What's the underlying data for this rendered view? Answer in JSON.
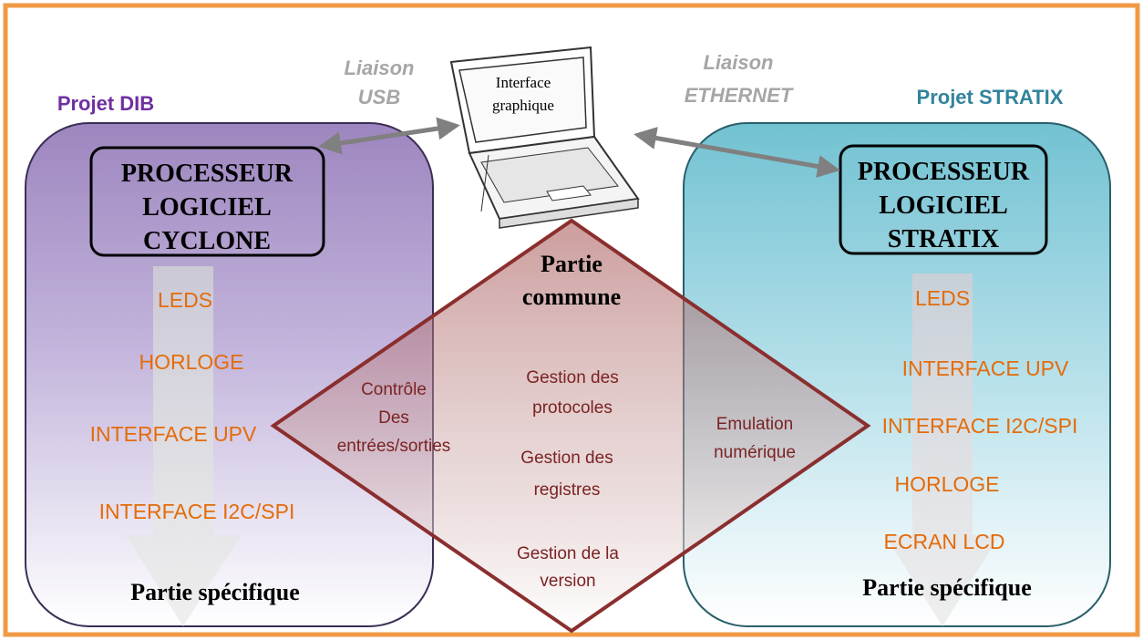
{
  "links": {
    "usb": [
      "Liaison",
      "USB"
    ],
    "ethernet": [
      "Liaison",
      "ETHERNET"
    ]
  },
  "laptop_screen": [
    "Interface",
    "graphique"
  ],
  "left_project": {
    "title": "Projet DIB",
    "processor": [
      "PROCESSEUR",
      "LOGICIEL",
      "CYCLONE"
    ],
    "items": [
      "LEDS",
      "HORLOGE",
      "INTERFACE UPV",
      "INTERFACE I2C/SPI"
    ],
    "footer": "Partie spécifique"
  },
  "right_project": {
    "title": "Projet STRATIX",
    "processor": [
      "PROCESSEUR",
      "LOGICIEL",
      "STRATIX"
    ],
    "items": [
      "LEDS",
      "INTERFACE UPV",
      "INTERFACE I2C/SPI",
      "HORLOGE",
      "ECRAN LCD"
    ],
    "footer": "Partie spécifique"
  },
  "common": {
    "title": [
      "Partie",
      "commune"
    ],
    "left": [
      "Contrôle",
      "Des",
      "entrées/sorties"
    ],
    "center": [
      [
        "Gestion des",
        "protocoles"
      ],
      [
        "Gestion des",
        "registres"
      ],
      [
        "Gestion de la",
        "version"
      ]
    ],
    "right": [
      "Emulation",
      "numérique"
    ]
  },
  "colors": {
    "frame": "#f09a46",
    "purple_title": "#7030a0",
    "teal_title": "#31849b",
    "orange_item": "#e36c0a",
    "diamond_stroke": "#8b2e2e",
    "diamond_text": "#7b2323",
    "link_text": "#a6a6a6"
  }
}
